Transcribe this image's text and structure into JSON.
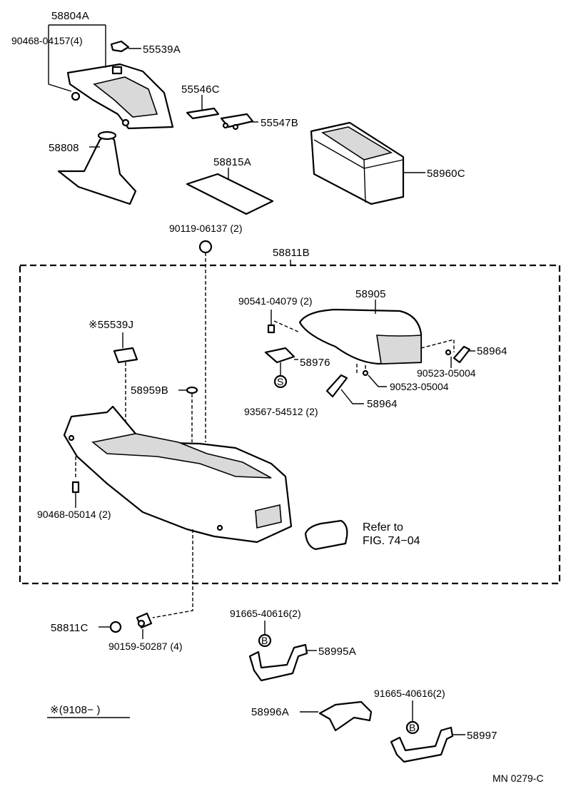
{
  "labels": {
    "p58804A": "58804A",
    "p90468_04157": "90468-04157(4)",
    "p55539A": "55539A",
    "p55546C": "55546C",
    "p55547B": "55547B",
    "p58808": "58808",
    "p58815A": "58815A",
    "p58960C": "58960C",
    "p90119_06137": "90119-06137 (2)",
    "p58811B": "58811B",
    "p90541_04079": "90541-04079 (2)",
    "p58905": "58905",
    "p55539J": "※55539J",
    "p58976": "58976",
    "p58964a": "58964",
    "p90523_05004a": "90523-05004",
    "p90523_05004b": "90523-05004",
    "p58959B": "58959B",
    "p93567_54512": "93567-54512 (2)",
    "p58964b": "58964",
    "p90468_05014": "90468-05014 (2)",
    "refer_line1": "Refer to",
    "refer_line2": "FIG. 74−04",
    "p58811C": "58811C",
    "p90159_50287": "90159-50287 (4)",
    "p91665_40616a": "91665-40616(2)",
    "p58995A": "58995A",
    "p58996A": "58996A",
    "p91665_40616b": "91665-40616(2)",
    "p58997": "58997",
    "note": "※(9108− )",
    "fig_code": "MN 0279-C",
    "badge_s": "S",
    "badge_b1": "B",
    "badge_b2": "B"
  }
}
